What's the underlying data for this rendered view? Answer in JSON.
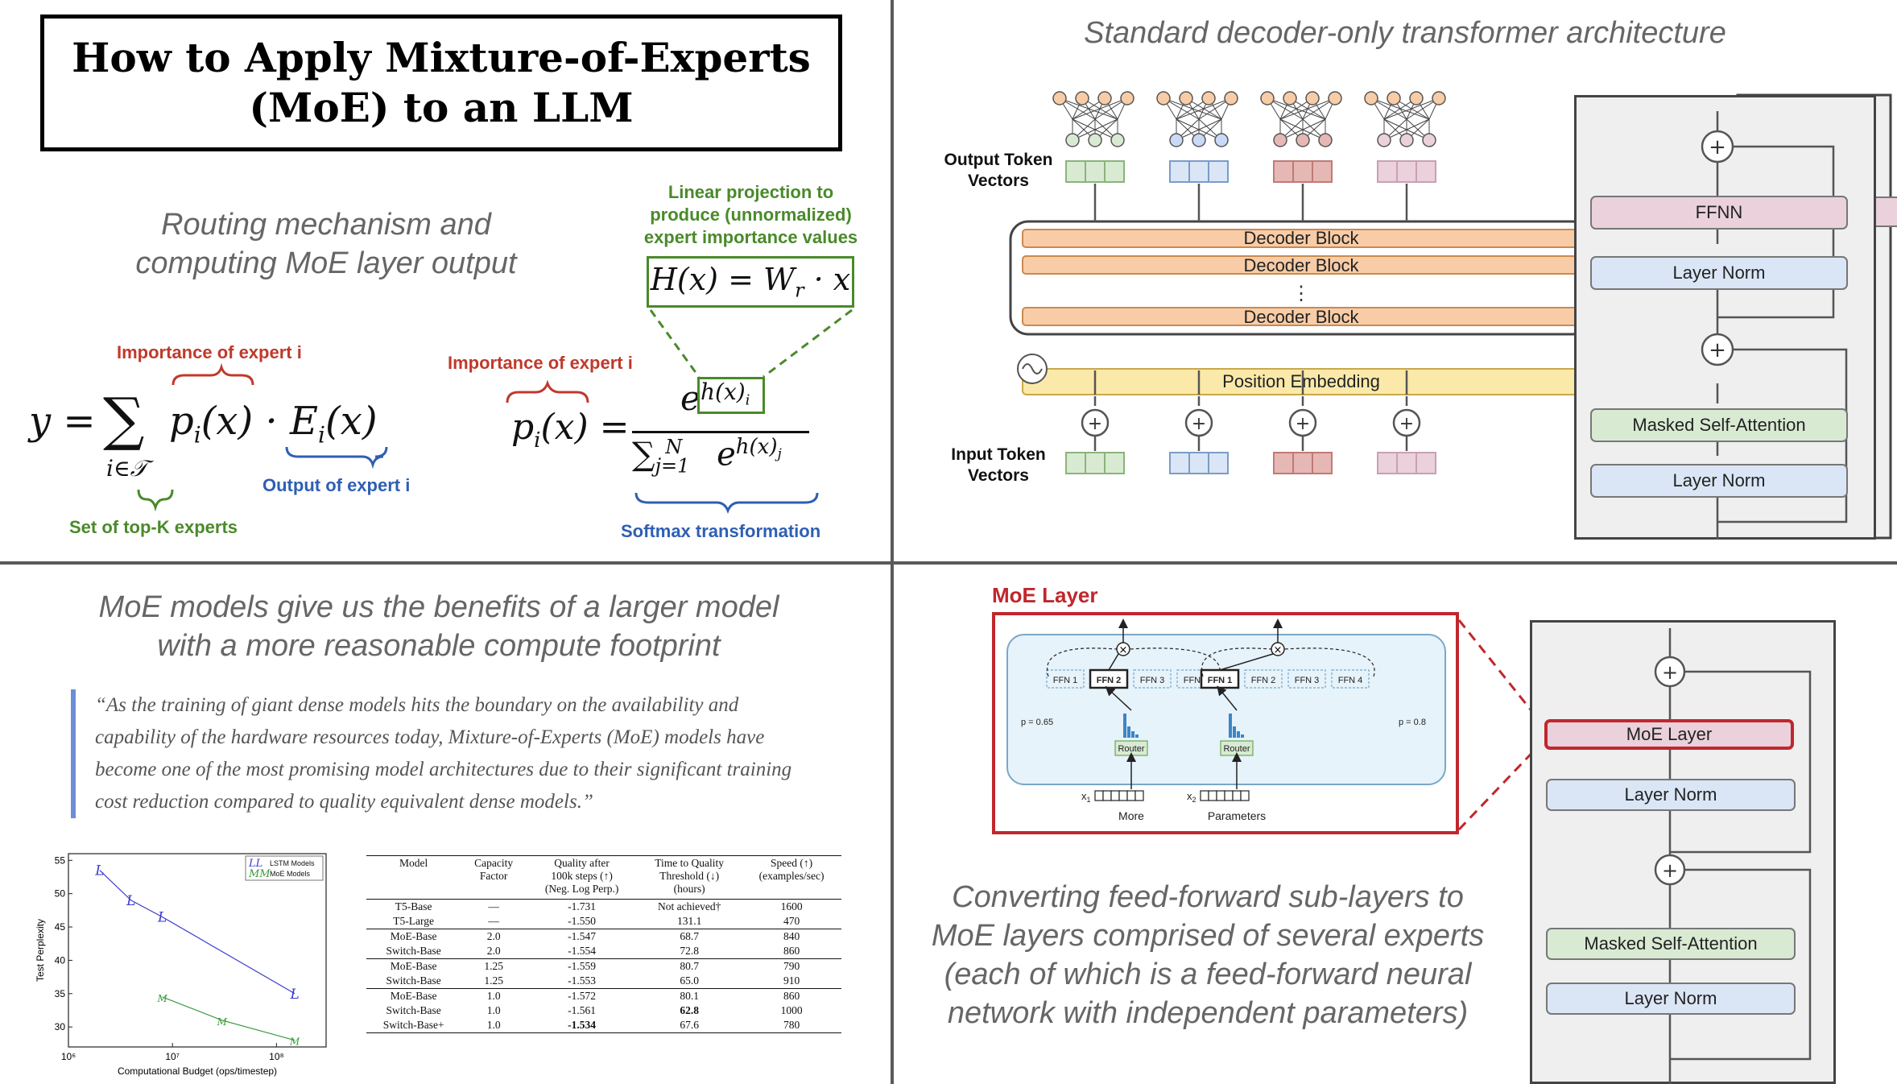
{
  "title": "How to Apply Mixture-of-Experts\n(MoE) to an LLM",
  "routing": {
    "heading": "Routing mechanism and\ncomputing MoE layer output",
    "eq1_importance_label": "Importance of expert i",
    "eq1_output_label": "Output of expert i",
    "eq1_topk_label": "Set of top-K experts",
    "eq2_importance_label": "Importance of expert i",
    "linear_proj_label": "Linear projection to\nproduce (unnormalized)\nexpert importance values",
    "softmax_label": "Softmax transformation"
  },
  "transformer": {
    "heading": "Standard decoder-only transformer architecture",
    "output_label": "Output Token\nVectors",
    "input_label": "Input Token\nVectors",
    "decoder_block": "Decoder Block",
    "position_embedding": "Position Embedding",
    "ffnn": "FFNN",
    "layer_norm": "Layer Norm",
    "masked_attention": "Masked Self-Attention"
  },
  "benefits": {
    "heading": "MoE models give us the benefits of a larger model\nwith a more reasonable compute footprint",
    "quote": "“As the training of giant dense models hits the boundary on the availability and capability of the hardware resources today, Mixture-of-Experts (MoE) models have become one of the most promising model architectures due to their significant training cost reduction compared to quality equivalent dense models.”"
  },
  "chart_data": {
    "type": "line",
    "xlabel": "Computational Budget (ops/timestep)",
    "ylabel": "Test Perplexity",
    "xscale": "log",
    "xlim": [
      1000000,
      300000000
    ],
    "ylim": [
      27,
      56
    ],
    "xticks": [
      "10⁶",
      "10⁷",
      "10⁸"
    ],
    "yticks": [
      30,
      35,
      40,
      45,
      50,
      55
    ],
    "legend": [
      "LSTM Models",
      "MoE Models"
    ],
    "legend_position": "top-right",
    "series": [
      {
        "name": "LSTM Models",
        "marker": "L",
        "color": "#3a3ad0",
        "x": [
          2000000,
          4000000,
          8000000,
          150000000
        ],
        "y": [
          53.5,
          49.0,
          46.5,
          35.0
        ]
      },
      {
        "name": "MoE Models",
        "marker": "M",
        "color": "#3a9a3a",
        "x": [
          8000000,
          30000000,
          150000000
        ],
        "y": [
          34.5,
          31.0,
          28.0
        ]
      }
    ]
  },
  "results_table": {
    "headers": [
      "Model",
      "Capacity\nFactor",
      "Quality after\n100k steps (↑)\n(Neg. Log Perp.)",
      "Time to Quality\nThreshold (↓)\n(hours)",
      "Speed (↑)\n(examples/sec)"
    ],
    "groups": [
      [
        [
          "T5-Base",
          "—",
          "-1.731",
          "Not achieved†",
          "1600"
        ],
        [
          "T5-Large",
          "—",
          "-1.550",
          "131.1",
          "470"
        ]
      ],
      [
        [
          "MoE-Base",
          "2.0",
          "-1.547",
          "68.7",
          "840"
        ],
        [
          "Switch-Base",
          "2.0",
          "-1.554",
          "72.8",
          "860"
        ]
      ],
      [
        [
          "MoE-Base",
          "1.25",
          "-1.559",
          "80.7",
          "790"
        ],
        [
          "Switch-Base",
          "1.25",
          "-1.553",
          "65.0",
          "910"
        ]
      ],
      [
        [
          "MoE-Base",
          "1.0",
          "-1.572",
          "80.1",
          "860"
        ],
        [
          "Switch-Base",
          "1.0",
          "-1.561",
          "62.8",
          "1000"
        ],
        [
          "Switch-Base+",
          "1.0",
          "-1.534",
          "67.6",
          "780"
        ]
      ]
    ]
  },
  "moe": {
    "layer_title": "MoE Layer",
    "ffn_labels": [
      "FFN 1",
      "FFN 2",
      "FFN 3",
      "FFN 4"
    ],
    "router": "Router",
    "p_left": "p = 0.65",
    "p_right": "p = 0.8",
    "x1": "x",
    "x1_sub": "1",
    "x2": "x",
    "x2_sub": "2",
    "word_left": "More",
    "word_right": "Parameters",
    "stack_moe": "MoE Layer",
    "stack_norm": "Layer Norm",
    "stack_attn": "Masked Self-Attention",
    "caption": "Converting feed-forward sub-layers to\nMoE layers comprised of several experts\n(each of which is a feed-forward neural\nnetwork with independent parameters)"
  },
  "colors": {
    "green_fill": "#d9ead3",
    "blue_fill": "#dae6f5",
    "red_fill": "#e6b8b5",
    "pink_fill": "#ead1dc",
    "orange_fill": "#f8cca6",
    "yellow_fill": "#fbe9a9",
    "moe_red": "#c0272d"
  }
}
